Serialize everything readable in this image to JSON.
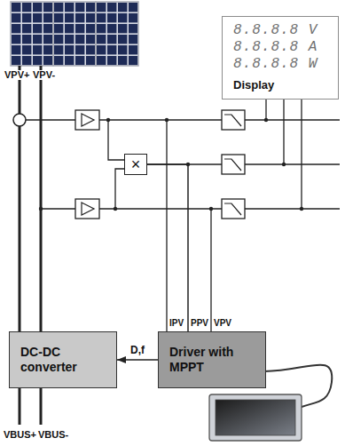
{
  "diagram": {
    "nodes": [
      {
        "text": [
          "8.8.8.8 V",
          "8.8.8.8 A",
          "8.8.8.8 W",
          "Display"
        ]
      },
      {
        "text": [
          "×"
        ]
      },
      {
        "text": [
          "DC-DC converter"
        ]
      },
      {
        "text": [
          "Driver with MPPT"
        ]
      }
    ],
    "edges": [
      {
        "from": 1,
        "to": 3,
        "arrow": "none"
      },
      {
        "from": 3,
        "to": 2,
        "arrow": "to",
        "label": "D,f"
      }
    ],
    "labels": [
      "VPV+",
      "VPV-",
      "IPV",
      "PPV",
      "VPV",
      "VBUS+",
      "VBUS-"
    ]
  }
}
